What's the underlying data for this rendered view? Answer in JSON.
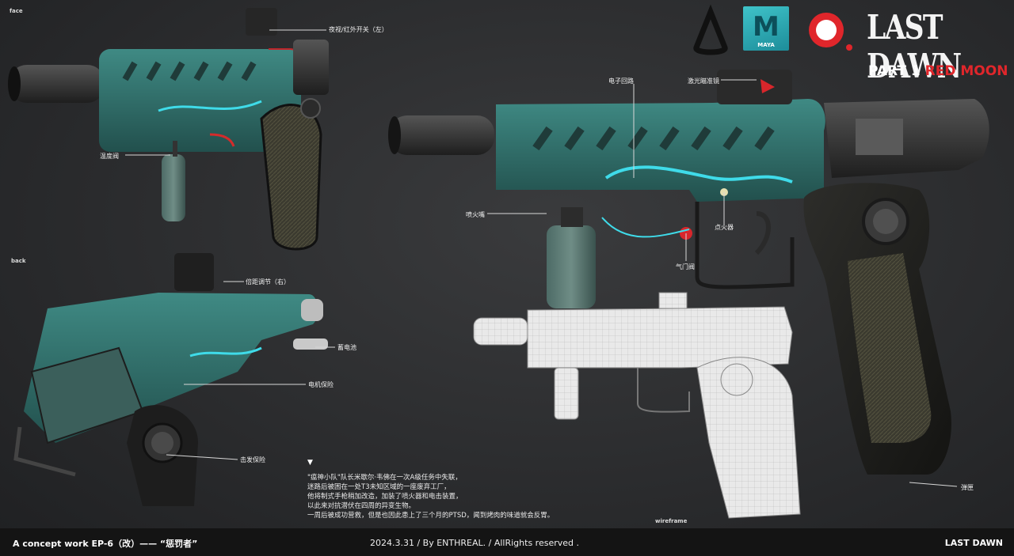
{
  "view_labels": {
    "face": "face",
    "back": "back",
    "wireframe": "wireframe"
  },
  "callouts": {
    "night_vision": "夜视/红外开关（左）",
    "temperature_valve": "温度阀",
    "zoom_adjust": "倍距调节（右）",
    "battery": "蓄电池",
    "motor_safety": "电机保险",
    "trigger_safety": "击发保险",
    "circuit": "电子回路",
    "laser_sight": "激光瞄准镜",
    "nozzle": "喷火嘴",
    "igniter": "点火器",
    "gas_valve": "气门阀",
    "magazine": "弹匣"
  },
  "logos": {
    "maya_text": "MAYA",
    "brand_title": "LAST DAWN",
    "brand_part": "PART 1",
    "brand_red": "RED MOON"
  },
  "story": {
    "marker": "▼",
    "lines": [
      "\"瘟神小队\"队长米歇尔·韦佛在一次A级任务中失联，",
      "迷路后被困在一处T3未知区域的一座废弃工厂，",
      "他将制式手枪稍加改造，加装了喷火器和电击装置，",
      "以此来对抗潜伏在四周的异变生物。",
      "一周后被成功营救，但是也因此患上了三个月的PTSD，闻到烤肉的味道就会反胃。"
    ]
  },
  "footer": {
    "left": "A concept work   EP-6（改）—— “惩罚者”",
    "center": "2024.3.31 / By ENTHREAL. / AllRights reserved .",
    "right": "LAST DAWN"
  },
  "colors": {
    "gun_teal": "#2f6f6a",
    "accent_cyan": "#39d6e6",
    "accent_red": "#d8262b",
    "footer_bg": "#141414"
  }
}
